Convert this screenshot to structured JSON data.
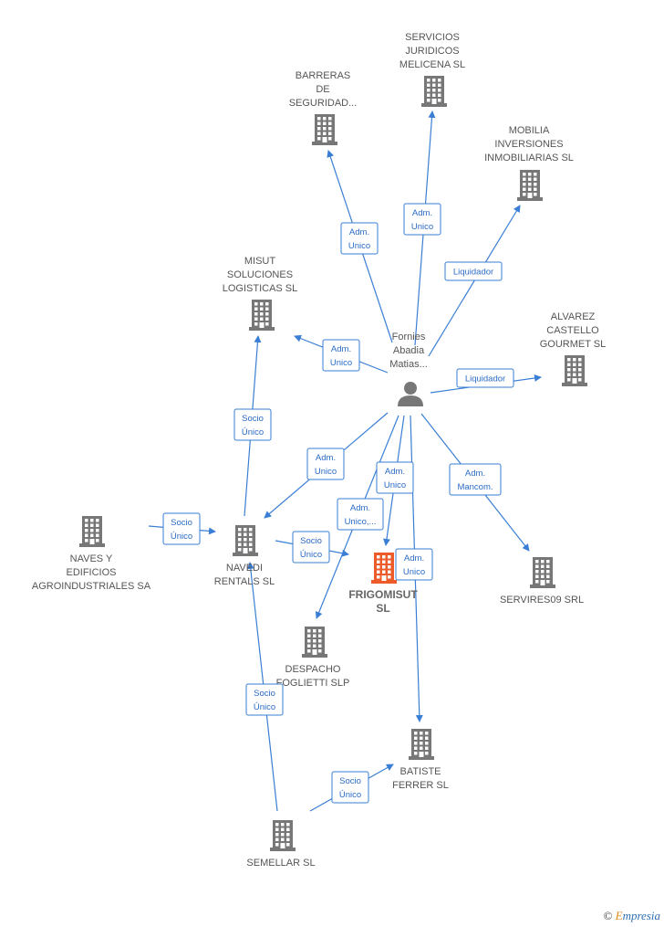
{
  "colors": {
    "edge": "#3a7fd5",
    "building": "#777777",
    "focus": "#ee5b2b",
    "person": "#777777"
  },
  "nodes": [
    {
      "id": "servicios",
      "kind": "company",
      "lines": [
        "SERVICIOS",
        "JURIDICOS",
        "MELICENA SL"
      ]
    },
    {
      "id": "barreras",
      "kind": "company",
      "lines": [
        "BARRERAS",
        "DE",
        "SEGURIDAD..."
      ]
    },
    {
      "id": "mobilia",
      "kind": "company",
      "lines": [
        "MOBILIA",
        "INVERSIONES",
        "INMOBILIARIAS SL"
      ]
    },
    {
      "id": "misut",
      "kind": "company",
      "lines": [
        "MISUT",
        "SOLUCIONES",
        "LOGISTICAS SL"
      ]
    },
    {
      "id": "alvarez",
      "kind": "company",
      "lines": [
        "ALVAREZ",
        "CASTELLO",
        "GOURMET SL"
      ]
    },
    {
      "id": "fornies",
      "kind": "person",
      "lines": [
        "Fornies",
        "Abadia",
        "Matias..."
      ]
    },
    {
      "id": "naves",
      "kind": "company",
      "lines": [
        "NAVES Y",
        "EDIFICIOS",
        "AGROINDUSTRIALES SA"
      ]
    },
    {
      "id": "navedi",
      "kind": "company",
      "lines": [
        "NAVEDI",
        "RENTALS SL"
      ]
    },
    {
      "id": "frigomisut",
      "kind": "focus",
      "lines": [
        "FRIGOMISUT",
        "SL"
      ]
    },
    {
      "id": "servires",
      "kind": "company",
      "lines": [
        "SERVIRES09 SRL"
      ]
    },
    {
      "id": "despacho",
      "kind": "company",
      "lines": [
        "DESPACHO",
        "FOGLIETTI SLP"
      ]
    },
    {
      "id": "batiste",
      "kind": "company",
      "lines": [
        "BATISTE",
        "FERRER SL"
      ]
    },
    {
      "id": "semellar",
      "kind": "company",
      "lines": [
        "SEMELLAR SL"
      ]
    }
  ],
  "edges": [
    {
      "id": "e-barreras",
      "from": "fornies",
      "to": "barreras",
      "label": [
        "Adm.",
        "Unico"
      ]
    },
    {
      "id": "e-servicios",
      "from": "fornies",
      "to": "servicios",
      "label": [
        "Adm.",
        "Unico"
      ]
    },
    {
      "id": "e-mobilia",
      "from": "fornies",
      "to": "mobilia",
      "label": [
        "Liquidador"
      ]
    },
    {
      "id": "e-misut",
      "from": "fornies",
      "to": "misut",
      "label": [
        "Adm.",
        "Unico"
      ]
    },
    {
      "id": "e-alvarez",
      "from": "fornies",
      "to": "alvarez",
      "label": [
        "Liquidador"
      ]
    },
    {
      "id": "e-navedi-fornies",
      "from": "fornies",
      "to": "navedi",
      "label": [
        "Adm.",
        "Unico"
      ]
    },
    {
      "id": "e-frigo",
      "from": "fornies",
      "to": "frigomisut",
      "label": [
        "Adm.",
        "Unico"
      ]
    },
    {
      "id": "e-despacho",
      "from": "fornies",
      "to": "despacho",
      "label": [
        "Adm.",
        "Unico,..."
      ]
    },
    {
      "id": "e-batiste-fornies",
      "from": "fornies",
      "to": "batiste",
      "label": [
        "Adm.",
        "Unico"
      ]
    },
    {
      "id": "e-servires",
      "from": "fornies",
      "to": "servires",
      "label": [
        "Adm.",
        "Mancom."
      ]
    },
    {
      "id": "e-misut-navedi",
      "from": "navedi",
      "to": "misut",
      "label": [
        "Socio",
        "Único"
      ]
    },
    {
      "id": "e-naves-navedi",
      "from": "naves",
      "to": "navedi",
      "label": [
        "Socio",
        "Único"
      ]
    },
    {
      "id": "e-navedi-frigo",
      "from": "navedi",
      "to": "frigomisut",
      "label": [
        "Socio",
        "Único"
      ]
    },
    {
      "id": "e-semellar-navedi",
      "from": "semellar",
      "to": "navedi",
      "label": [
        "Socio",
        "Único"
      ]
    },
    {
      "id": "e-semellar-batiste",
      "from": "semellar",
      "to": "batiste",
      "label": [
        "Socio",
        "Único"
      ]
    }
  ],
  "footer": {
    "copyright": "©",
    "brand_initial": "E",
    "brand_rest": "mpresia"
  }
}
